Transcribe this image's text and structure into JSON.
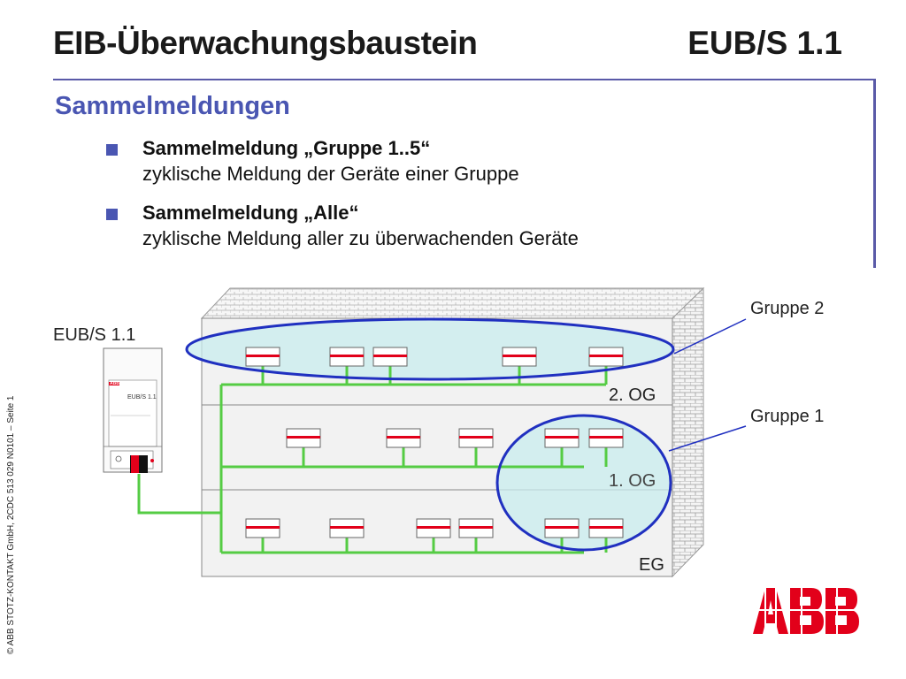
{
  "title": "EIB-Überwachungsbaustein",
  "product": "EUB/S 1.1",
  "subtitle": "Sammelmeldungen",
  "bullets": [
    {
      "head": "Sammelmeldung „Gruppe 1..5“",
      "text": "zyklische Meldung der Geräte einer Gruppe"
    },
    {
      "head": "Sammelmeldung „Alle“",
      "text": "zyklische Meldung aller zu überwachenden Geräte"
    }
  ],
  "diagram": {
    "device_label": "EUB/S 1.1",
    "device_front_brand": "ABB",
    "device_front_model": "EUB/S 1.1",
    "floors": [
      "2. OG",
      "1. OG",
      "EG"
    ],
    "groups": [
      "Gruppe 2",
      "Gruppe 1"
    ]
  },
  "footer": "© ABB STOTZ-KONTAKT GmbH, 2CDC 513 029 N0101 – Seite 1",
  "logo": "ABB",
  "colors": {
    "accent": "#4a56b2",
    "bus": "#55cc44",
    "group_outline": "#2030c0",
    "group_fill": "#c8ecee",
    "logo": "#e2001a"
  }
}
